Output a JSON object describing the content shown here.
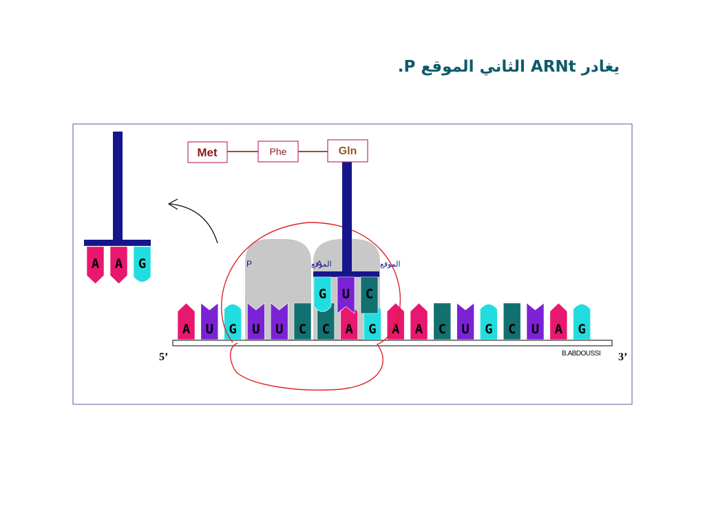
{
  "slide": {
    "title": "يغادر ARNt الثاني الموقع P.",
    "colors": {
      "title": "#0d5b68",
      "frame": "#5a5aa0",
      "ribosome": "#c8c8c8",
      "trna_stem": "#16168c",
      "ribosome_outline": "#dd2222",
      "peptide_text": "#8b1a1a",
      "peptide_border": "#c0306a",
      "peptide_bond": "#8b5a2b"
    }
  },
  "diagram": {
    "end_5": "5’",
    "end_3": "3’",
    "credit": "B.ABDOUSSI",
    "site_p": "P",
    "site_p_label": "الموقع",
    "site_a": "A",
    "site_a_label": "الموقع",
    "peptide": [
      "Met",
      "Phe",
      "Gln"
    ],
    "leaving_anticodon": [
      "A",
      "A",
      "G"
    ],
    "a_site_anticodon": [
      "G",
      "U",
      "C"
    ],
    "mrna": [
      "A",
      "U",
      "G",
      "U",
      "U",
      "C",
      "C",
      "A",
      "G",
      "A",
      "A",
      "C",
      "U",
      "G",
      "C",
      "U",
      "A",
      "G"
    ],
    "arrow": "curved-arrow-icon"
  }
}
